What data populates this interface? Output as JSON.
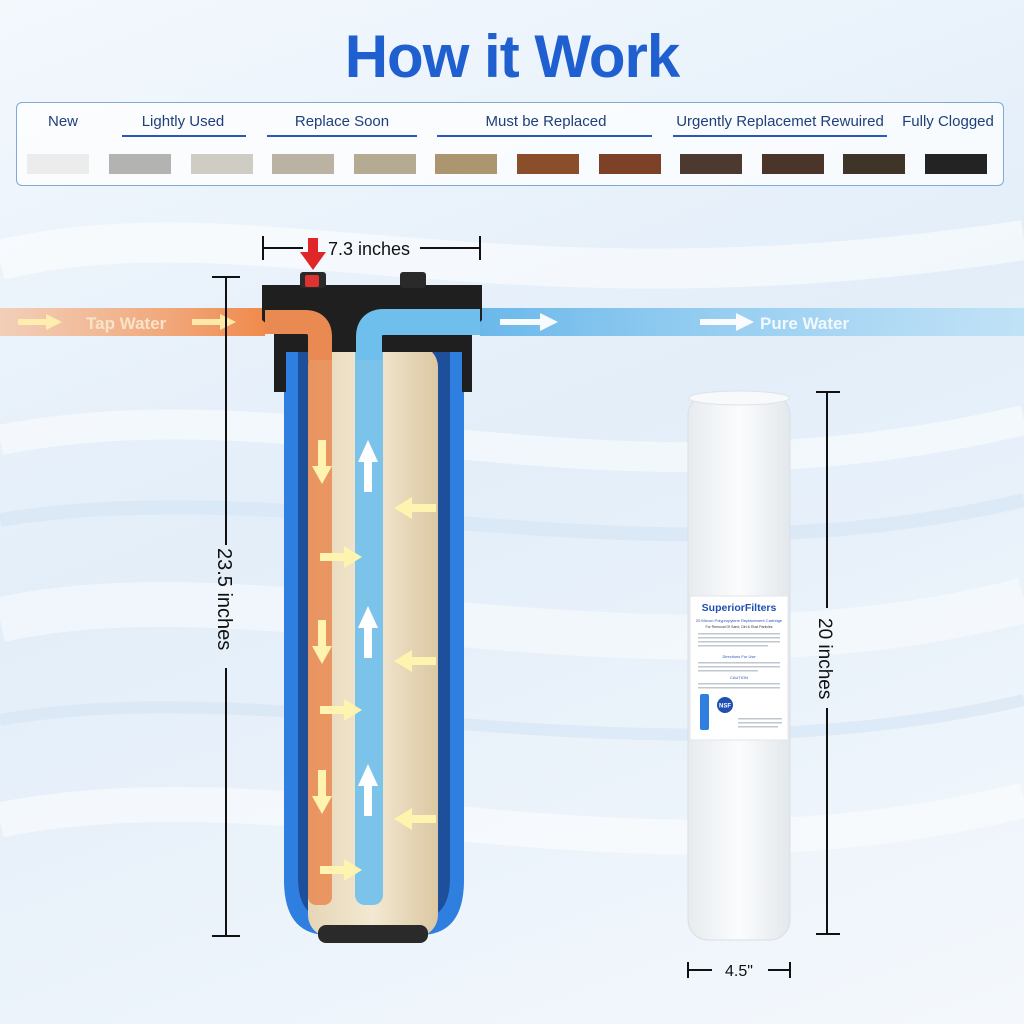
{
  "title": "How it Work",
  "legend": {
    "stages": [
      "New",
      "Lightly Used",
      "Replace Soon",
      "Must be Replaced",
      "Urgently Replacemet Rewuired",
      "Fully Clogged"
    ],
    "swatches": [
      "#ececec",
      "#b3b3b1",
      "#cfcdc3",
      "#bab3a4",
      "#b4ab92",
      "#ab9670",
      "#8a4e2a",
      "#7c4127",
      "#4c3a30",
      "#4b342a",
      "#3f3428",
      "#232323"
    ]
  },
  "labels": {
    "tap_water": "Tap Water",
    "pure_water": "Pure Water",
    "housing_width": "7.3 inches",
    "housing_height": "23.5 inches",
    "cartridge_height": "20 inches",
    "cartridge_width": "4.5\""
  },
  "cartridge_label": {
    "brand": "SuperiorFilters",
    "product": "20 Micron Polypropylene Replacement Cartridge",
    "subtitle": "For Removal Of Sand, Dirt & Rust Particles",
    "directions_heading": "Directions For Use",
    "caution_heading": "CAUTION",
    "certification": "NSF"
  },
  "colors": {
    "title": "#1f5fd0",
    "tap_water": "#f2a06a",
    "pure_water": "#7cc2ec",
    "housing_blue": "#2f7fe0",
    "cap_black": "#1f1f1f",
    "inlet_arrow": "#e02626",
    "flow_arrow": "#fff3b0"
  }
}
